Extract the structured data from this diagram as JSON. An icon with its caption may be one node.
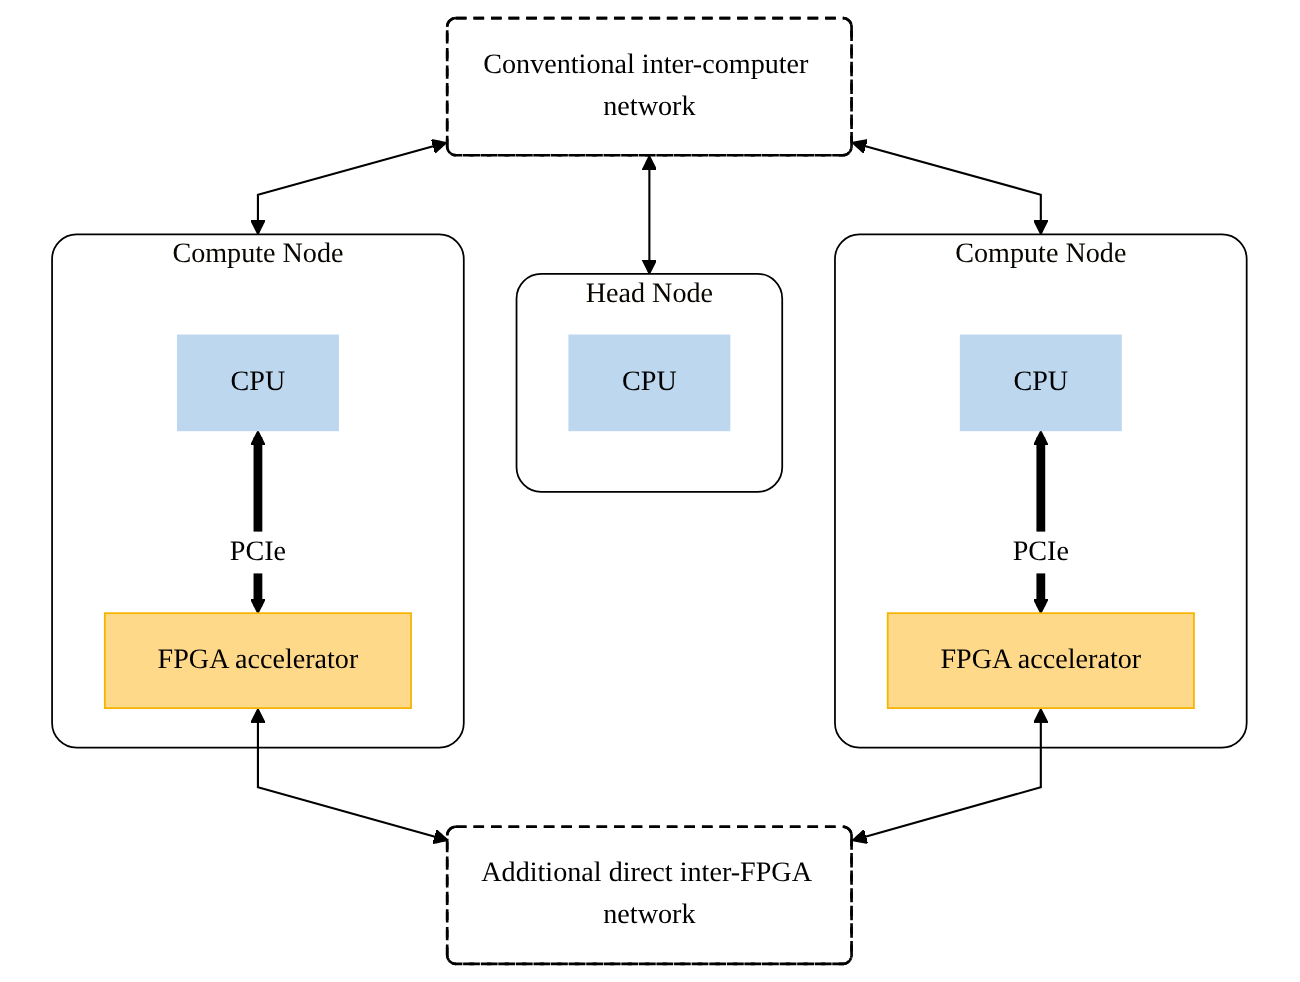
{
  "diagram": {
    "nodes": [
      {
        "text": [
          "Conventional inter-computer network"
        ]
      },
      {
        "text": [
          "Head Node"
        ]
      },
      {
        "text": [
          "CPU"
        ],
        "in": 1
      },
      {
        "text": [
          "Compute Node"
        ]
      },
      {
        "text": [
          "CPU"
        ],
        "in": 3
      },
      {
        "text": [
          "FPGA accelerator"
        ],
        "in": 3
      },
      {
        "text": [
          "Compute Node"
        ]
      },
      {
        "text": [
          "CPU"
        ],
        "in": 6
      },
      {
        "text": [
          "FPGA accelerator"
        ],
        "in": 6
      },
      {
        "text": [
          "Additional direct inter-FPGA network"
        ]
      }
    ],
    "edges": [
      {
        "from": 0,
        "to": 1,
        "arrow": "both"
      },
      {
        "from": 0,
        "to": 3,
        "arrow": "both"
      },
      {
        "from": 0,
        "to": 6,
        "arrow": "both"
      },
      {
        "from": 4,
        "to": 5,
        "arrow": "both",
        "label": "PCIe",
        "style": "thick"
      },
      {
        "from": 7,
        "to": 8,
        "arrow": "both",
        "label": "PCIe",
        "style": "thick"
      },
      {
        "from": 5,
        "to": 9,
        "arrow": "both"
      },
      {
        "from": 8,
        "to": 9,
        "arrow": "both"
      }
    ]
  }
}
